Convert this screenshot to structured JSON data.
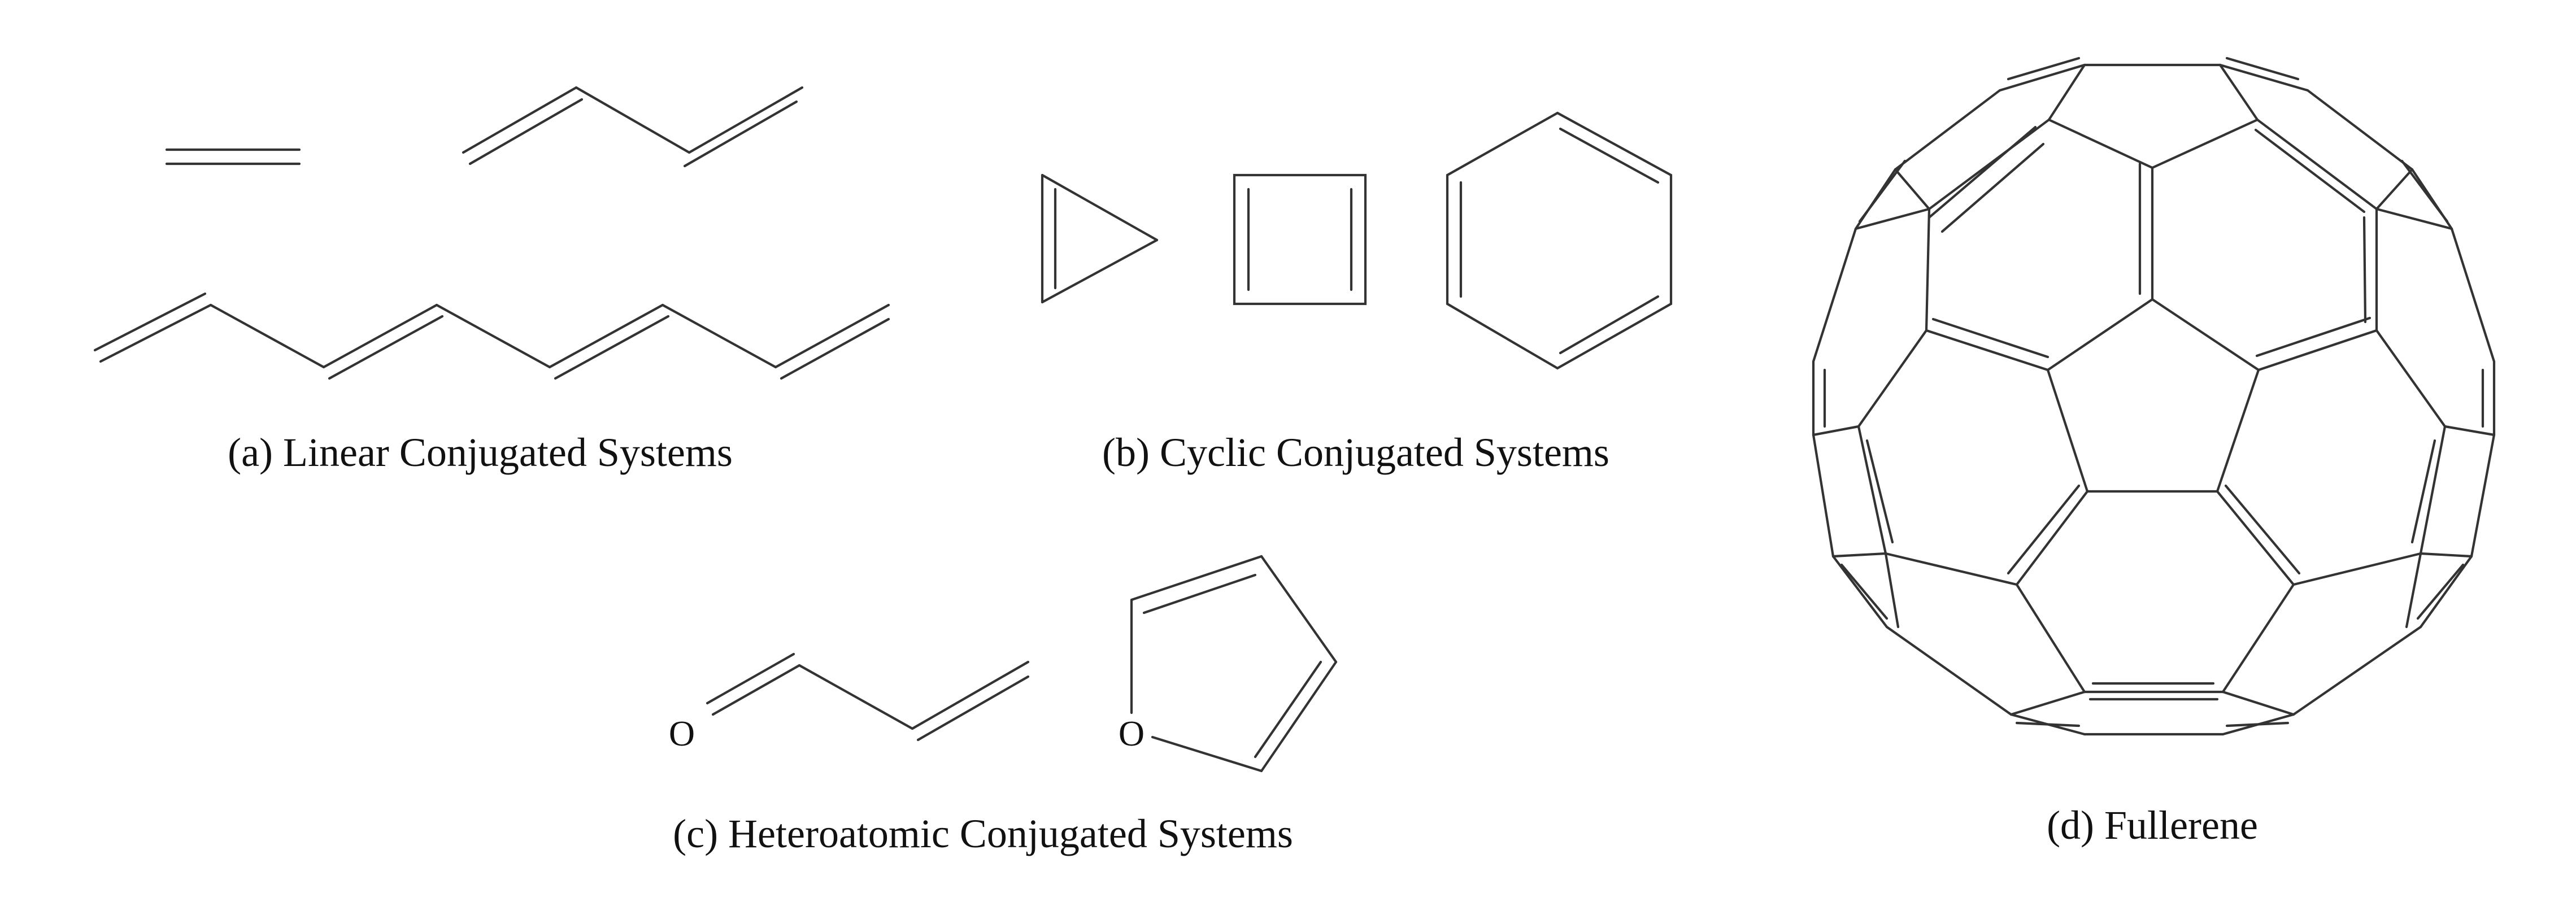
{
  "panels": {
    "linear": {
      "caption": "(a) Linear Conjugated Systems"
    },
    "cyclic": {
      "caption": "(b) Cyclic Conjugated Systems"
    },
    "heteroatomic": {
      "caption": "(c) Heteroatomic Conjugated Systems",
      "acrolein_atom": "O",
      "furan_atom": "O"
    },
    "fullerene": {
      "caption": "(d) Fullerene"
    }
  },
  "line_color": "#333333",
  "text_color": "#111111"
}
